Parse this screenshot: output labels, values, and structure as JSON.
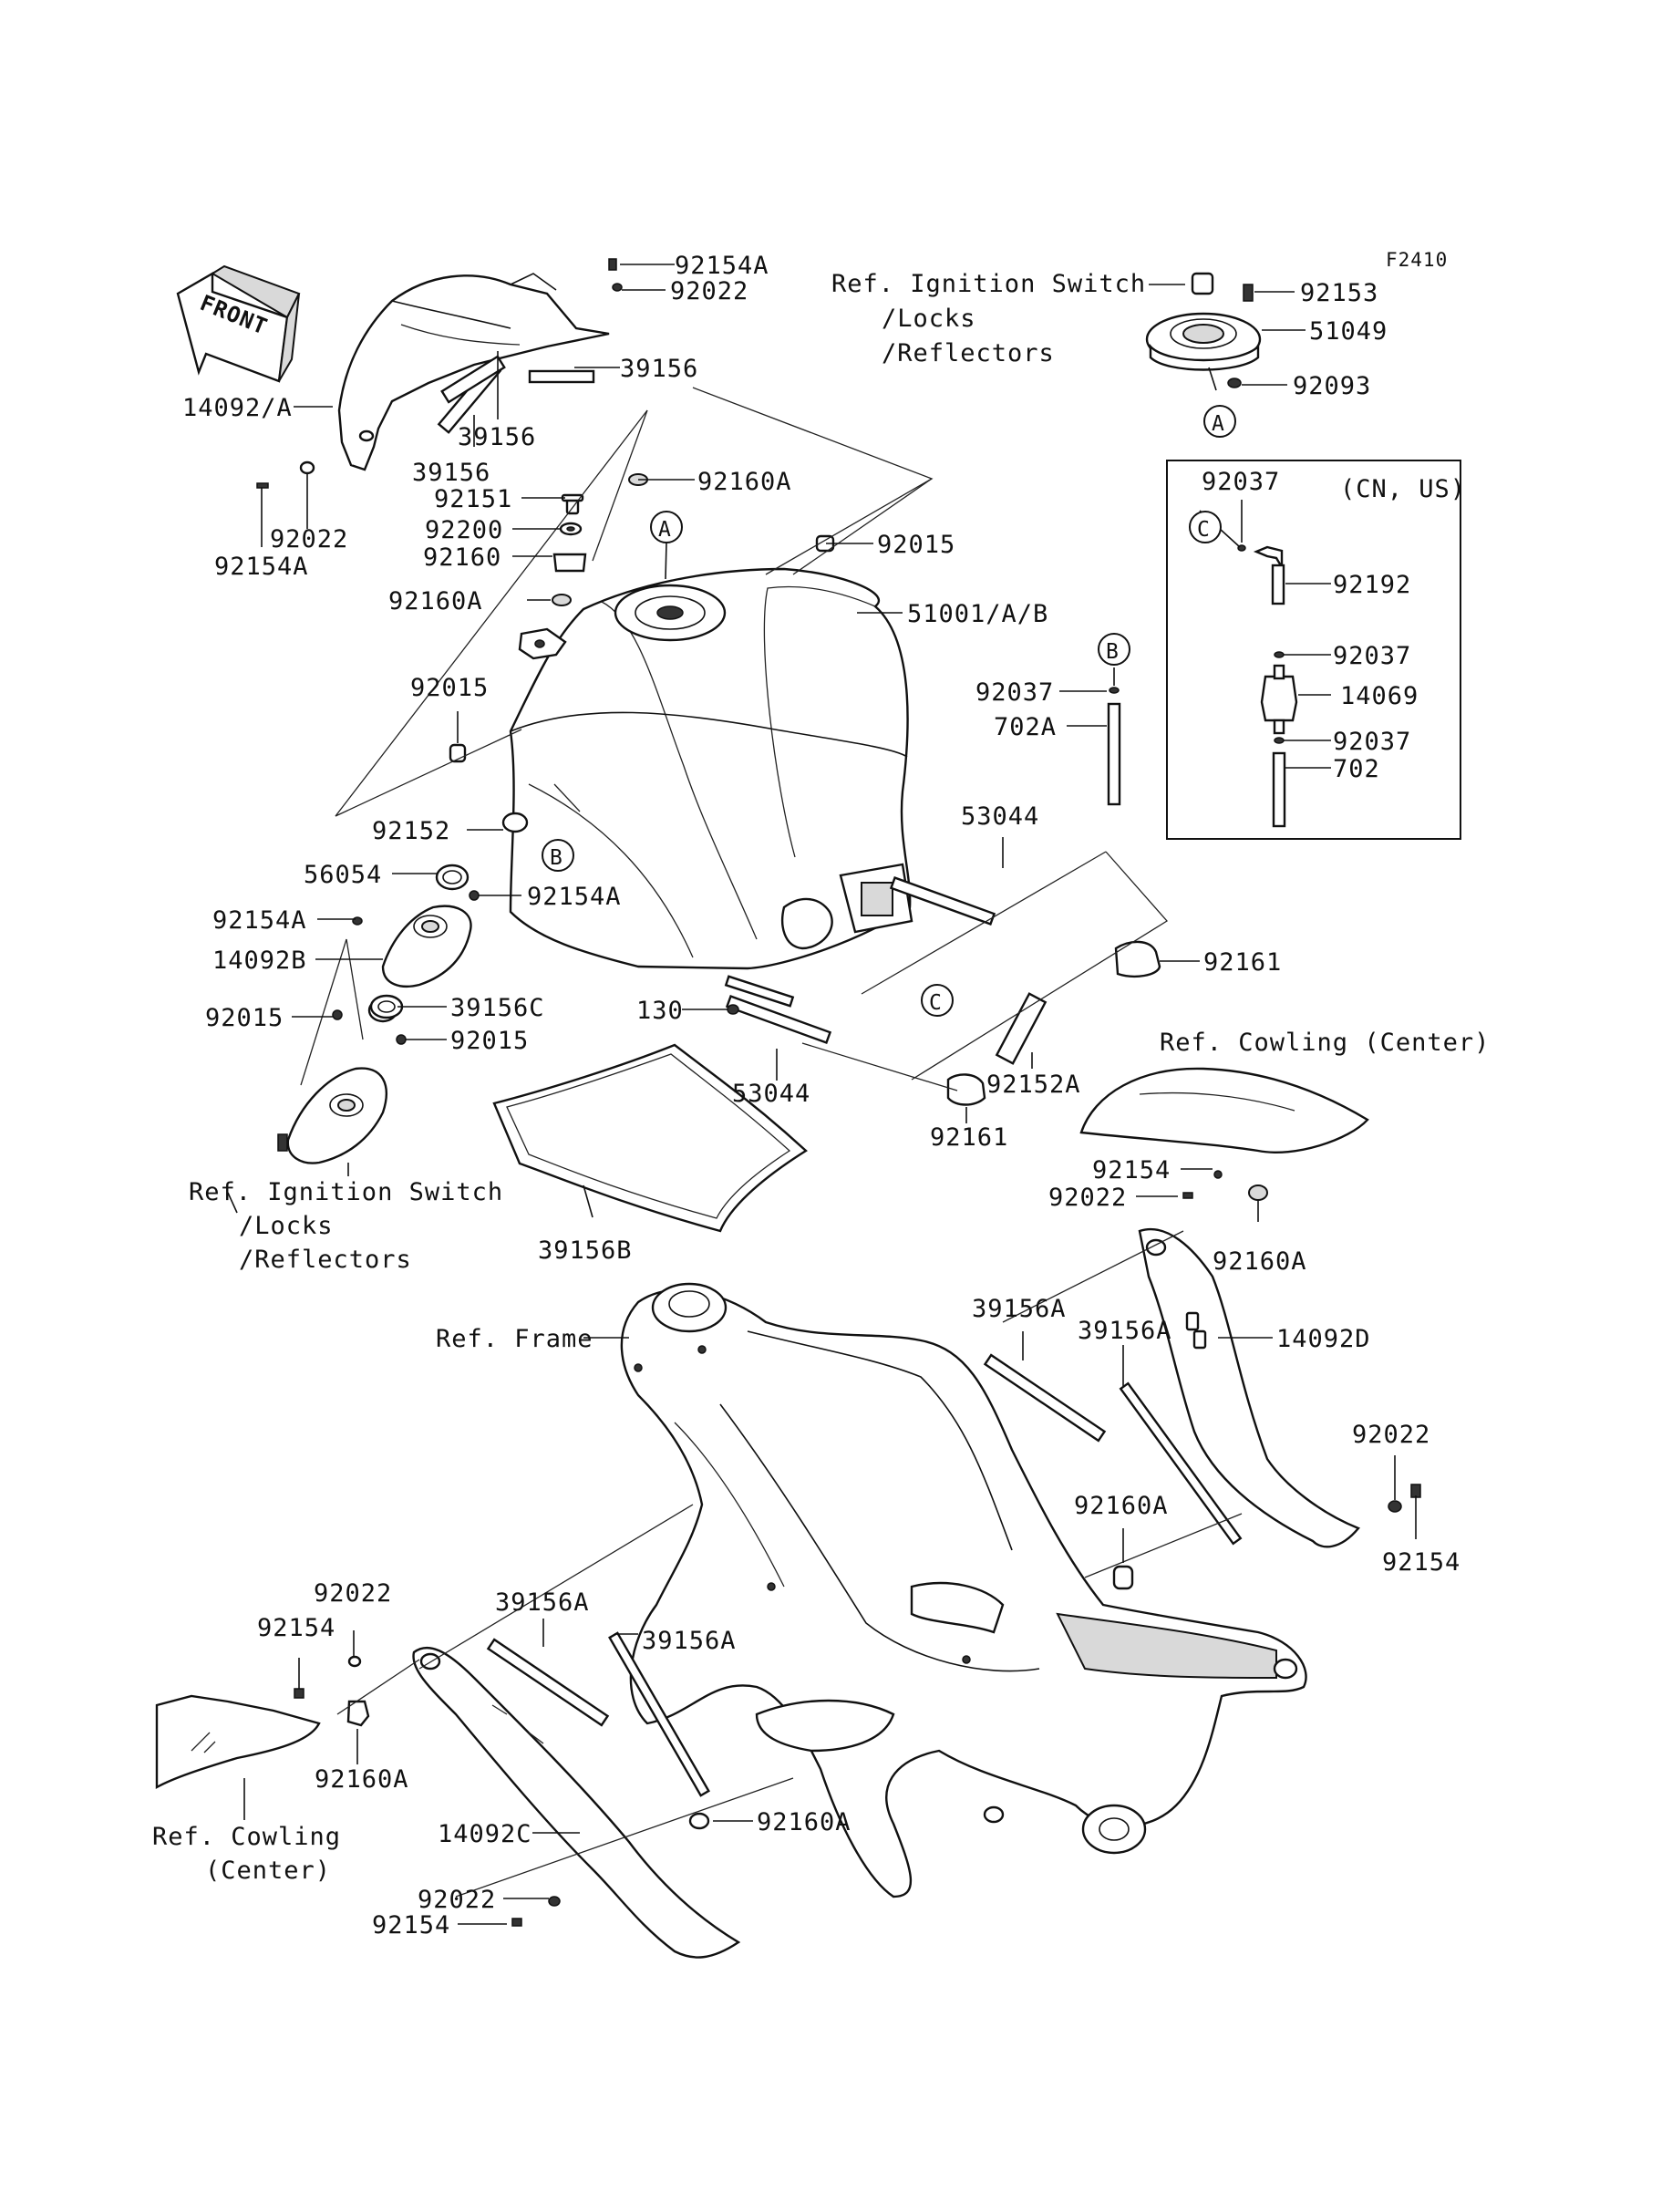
{
  "figure_code": "F2410",
  "front_arrow": {
    "label": "FRONT"
  },
  "callouts": {
    "A": "A",
    "B": "B",
    "C": "C"
  },
  "inset": {
    "region": "(CN, US)"
  },
  "refs": {
    "ignition_top": [
      "Ref. Ignition Switch",
      "/Locks",
      "/Reflectors"
    ],
    "ignition_left": [
      "Ref. Ignition Switch",
      "/Locks",
      "/Reflectors"
    ],
    "cowling_center_right": "Ref. Cowling (Center)",
    "frame": "Ref. Frame",
    "cowling_center_left": [
      "Ref. Cowling",
      "(Center)"
    ]
  },
  "labels": {
    "p92154A_top": "92154A",
    "p92022_top": "92022",
    "p39156_a": "39156",
    "p39156_b": "39156",
    "p39156_c": "39156",
    "p14092A": "14092/A",
    "p92022_left": "92022",
    "p92154A_left": "92154A",
    "p92160A_a": "92160A",
    "p92151": "92151",
    "p92200": "92200",
    "p92160": "92160",
    "p92160A_b": "92160A",
    "p92015_a": "92015",
    "p51001": "51001/A/B",
    "p92015_b": "92015",
    "p92152": "92152",
    "p56054": "56054",
    "p92154A_b": "92154A",
    "p92154A_c": "92154A",
    "p14092B": "14092B",
    "p92015_c": "92015",
    "p39156C": "39156C",
    "p92015_d": "92015",
    "p92153": "92153",
    "p51049": "51049",
    "p92093": "92093",
    "p92037_a": "92037",
    "p92192": "92192",
    "p92037_b": "92037",
    "p14069": "14069",
    "p92037_c": "92037",
    "p702": "702",
    "p92037_d": "92037",
    "p702A": "702A",
    "p53044_a": "53044",
    "p92161_a": "92161",
    "p130": "130",
    "p53044_b": "53044",
    "p92152A": "92152A",
    "p92161_b": "92161",
    "p39156B": "39156B",
    "p92154_a": "92154",
    "p92022_a": "92022",
    "p92160A_c": "92160A",
    "p39156A_a": "39156A",
    "p39156A_b": "39156A",
    "p14092D": "14092D",
    "p92022_b": "92022",
    "p92154_b": "92154",
    "p92160A_d": "92160A",
    "p92022_c": "92022",
    "p92154_c": "92154",
    "p92160A_e": "92160A",
    "p39156A_c": "39156A",
    "p39156A_d": "39156A",
    "p92160A_f": "92160A",
    "p14092C": "14092C",
    "p92022_d": "92022",
    "p92154_d": "92154"
  }
}
